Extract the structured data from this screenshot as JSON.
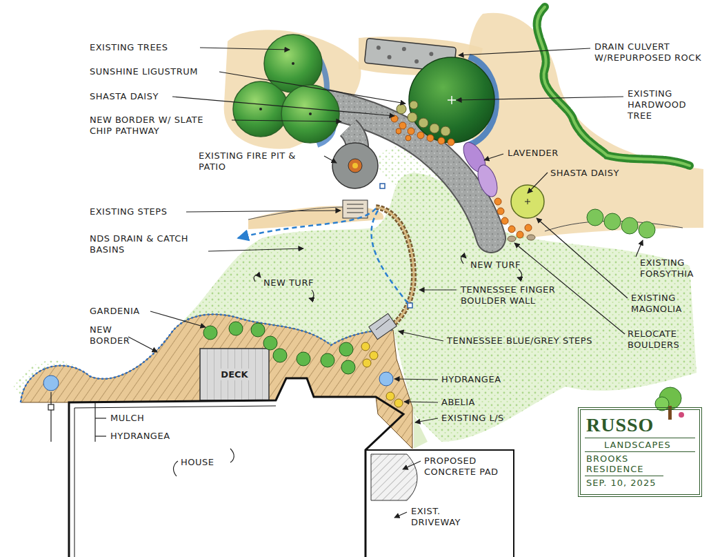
{
  "diagram": {
    "nodes": [
      {
        "text": [
          "DECK"
        ]
      },
      {
        "text": [
          "RUSSO",
          "LANDSCAPES",
          "BROOKS RESIDENCE",
          "SEP. 10, 2025"
        ]
      }
    ],
    "labels": [
      "EXISTING TREES",
      "SUNSHINE LIGUSTRUM",
      "SHASTA DAISY",
      "NEW BORDER W/ SLATE CHIP PATHWAY",
      "EXISTING FIRE PIT & PATIO",
      "EXISTING STEPS",
      "NDS DRAIN & CATCH BASINS",
      "NEW TURF",
      "GARDENIA",
      "NEW BORDER",
      "MULCH",
      "HYDRANGEA",
      "HOUSE",
      "DRAIN CULVERT W/REPURPOSED ROCK",
      "EXISTING HARDWOOD TREE",
      "LAVENDER",
      "SHASTA DAISY",
      "NEW TURF",
      "TENNESSEE FINGER BOULDER WALL",
      "TENNESSEE BLUE/GREY STEPS",
      "HYDRANGEA",
      "ABELIA",
      "EXISTING L/S",
      "PROPOSED CONCRETE PAD",
      "EXIST. DRIVEWAY",
      "EXISTING FORSYTHIA",
      "EXISTING MAGNOLIA",
      "RELOCATE BOULDERS"
    ]
  }
}
